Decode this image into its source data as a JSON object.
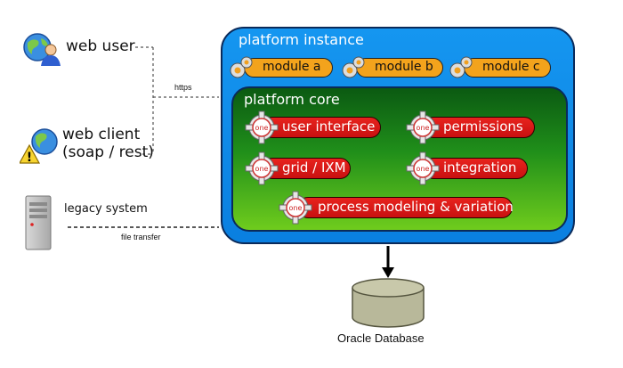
{
  "actors": {
    "web_user": "web user",
    "web_client_line1": "web client",
    "web_client_line2": "(soap / rest)",
    "legacy_system": "legacy system"
  },
  "connections": {
    "https": "https",
    "file_transfer": "file transfer"
  },
  "platform_instance": {
    "title": "platform instance",
    "modules": [
      "module a",
      "module b",
      "module c"
    ]
  },
  "platform_core": {
    "title": "platform core",
    "components": [
      "user interface",
      "permissions",
      "grid / IXM",
      "integration",
      "process modeling & variation"
    ],
    "badge": "one"
  },
  "database": {
    "label": "Oracle Database"
  },
  "colors": {
    "instance_blue": "#0a7fe0",
    "core_green": "#208f1a",
    "module_orange": "#f3a31c",
    "component_red": "#d81818",
    "database_olive": "#b8b89a"
  },
  "icons": {
    "web_user": "globe-user-icon",
    "web_client": "globe-warning-icon",
    "legacy_system": "server-icon",
    "module": "gear-icon",
    "component": "one-cog-icon",
    "database": "database-cylinder-icon"
  }
}
